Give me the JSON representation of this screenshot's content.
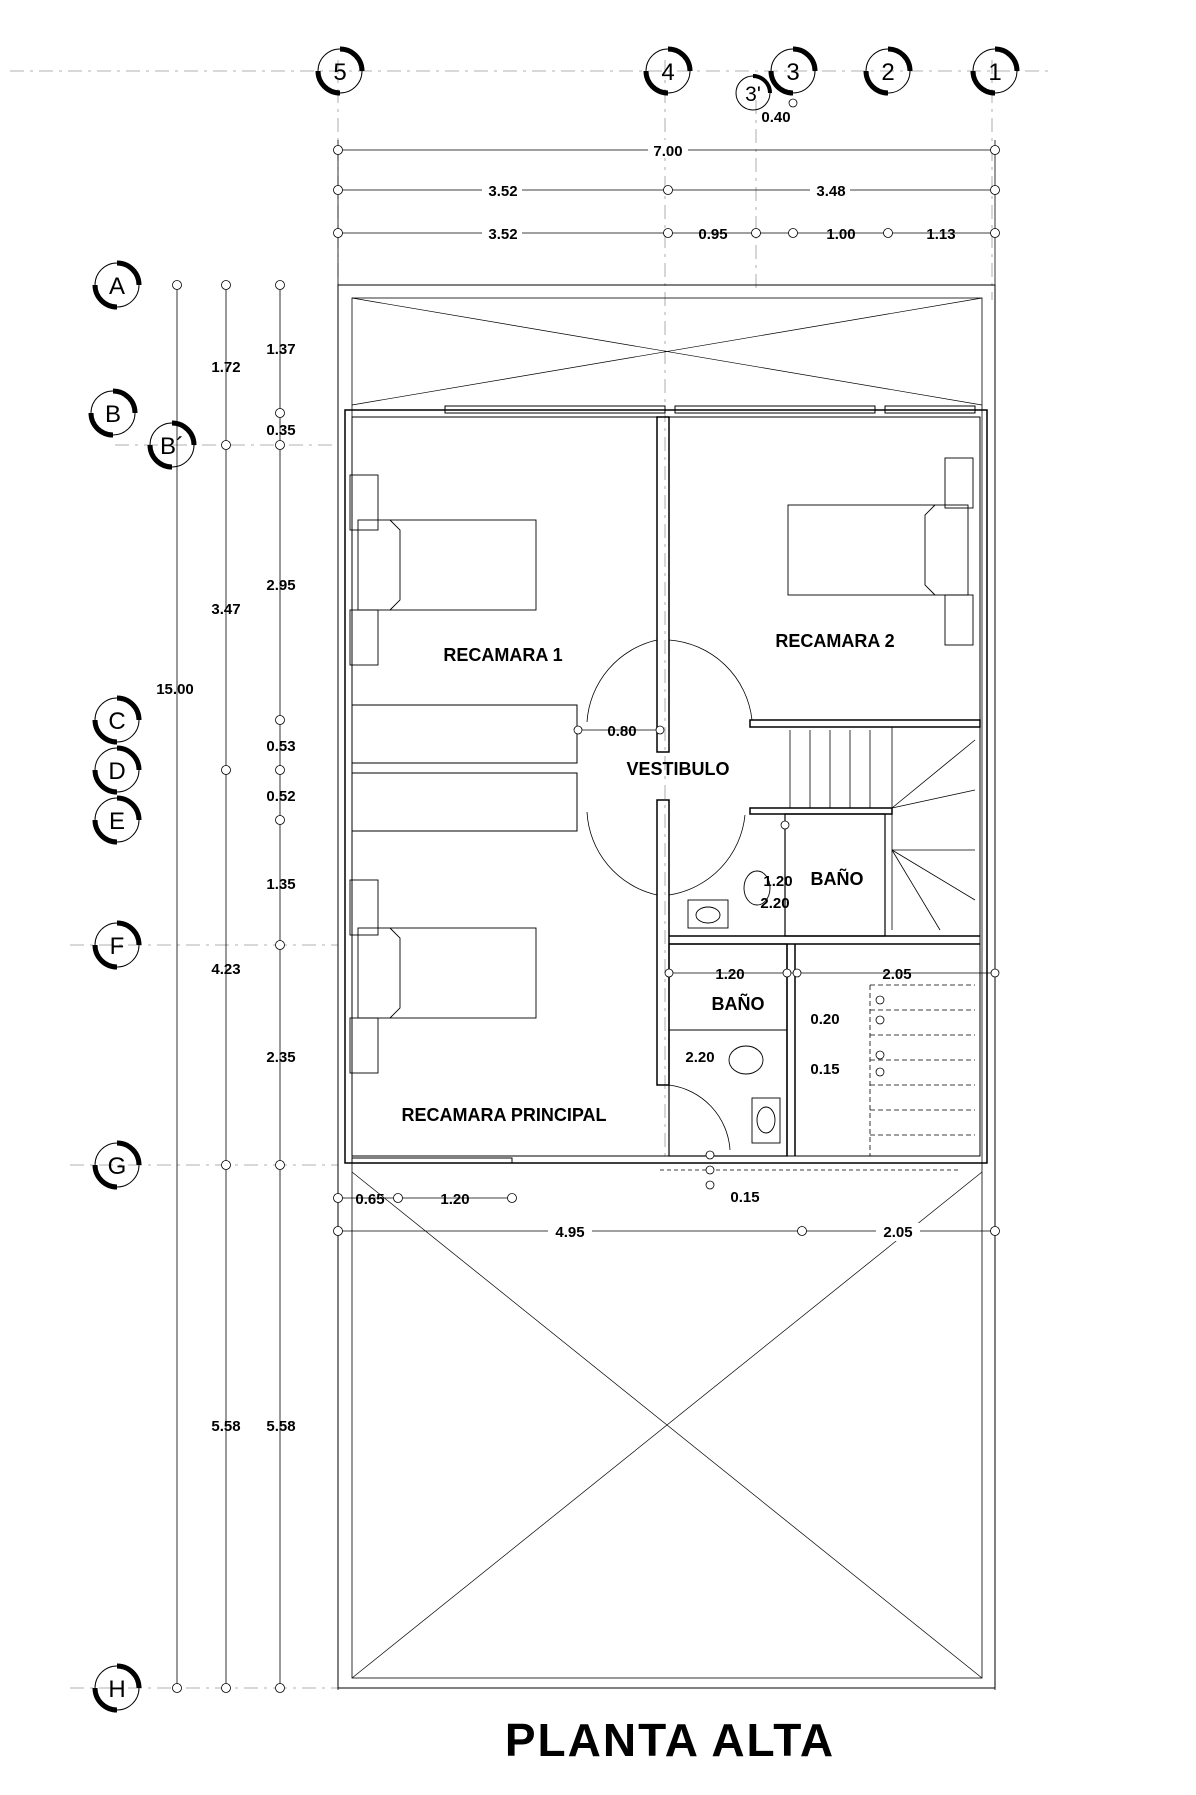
{
  "title": "PLANTA ALTA",
  "axes_vertical": [
    "5",
    "4",
    "3'",
    "3",
    "2",
    "1"
  ],
  "axes_horizontal": [
    "A",
    "B",
    "B´",
    "C",
    "D",
    "E",
    "F",
    "G",
    "H"
  ],
  "rooms": {
    "recamara1": "RECAMARA 1",
    "recamara2": "RECAMARA 2",
    "vestibulo": "VESTIBULO",
    "bano_upper": "BAÑO",
    "bano_lower": "BAÑO",
    "principal": "RECAMARA PRINCIPAL"
  },
  "dims_top": {
    "d040": "0.40",
    "total": "7.00",
    "r2a": "3.52",
    "r2b": "3.48",
    "r3a": "3.52",
    "r3b": "0.95",
    "r3c": "1.00",
    "r3d": "1.13"
  },
  "dims_left": {
    "total": "15.00",
    "c2a": "1.72",
    "c2b": "3.47",
    "c2c": "4.23",
    "c2d": "5.58",
    "c3a": "1.37",
    "c3b": "0.35",
    "c3c": "2.95",
    "c3d": "0.53",
    "c3e": "0.52",
    "c3f": "1.35",
    "c3g": "2.35",
    "c3h": "5.58"
  },
  "dims_interior": {
    "vestibulo_door": "0.80",
    "bano1_w": "1.20",
    "bano1_h": "2.20",
    "bano2_w": "1.20",
    "bano2_stair": "2.05",
    "bano2_h": "2.20",
    "step1": "0.20",
    "step2": "0.15",
    "bottom_gap": "0.15"
  },
  "dims_bottom": {
    "a": "0.65",
    "b": "1.20",
    "c": "4.95",
    "d": "2.05"
  }
}
